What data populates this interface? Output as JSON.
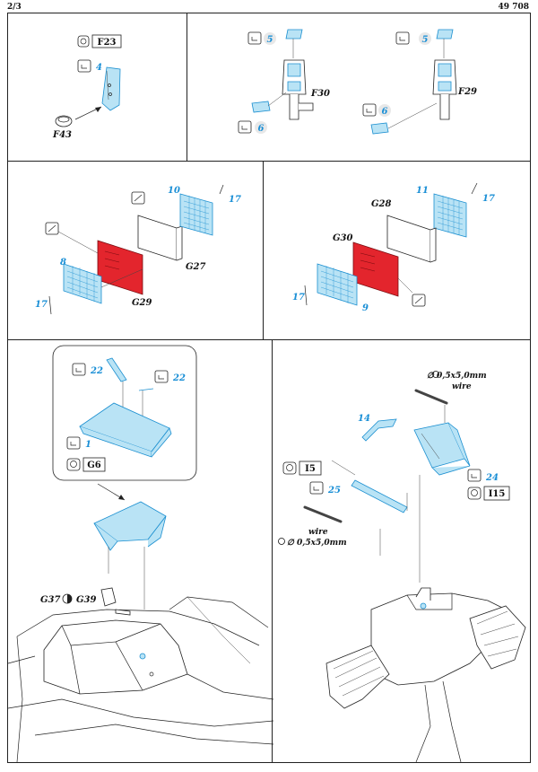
{
  "header": {
    "page": "2/3",
    "code": "49 708"
  },
  "colors": {
    "photoetch": "#b9e3f5",
    "photoetch_outline": "#1b8fd0",
    "red_part": "#e3252d",
    "step_number": "#1a8fd6"
  },
  "panel1": {
    "box_label": "F23",
    "step": "4",
    "part": "F43"
  },
  "panel2": {
    "step_top": "5",
    "step_bottom": "6",
    "part": "F30"
  },
  "panel3": {
    "step_top": "5",
    "step_bottom": "6",
    "part": "F29"
  },
  "panel4": {
    "step_a": "10",
    "step_b": "17",
    "step_c": "8",
    "step_d": "17",
    "part_a": "G27",
    "part_b": "G29"
  },
  "panel5": {
    "step_a": "11",
    "step_b": "17",
    "step_c": "9",
    "step_d": "17",
    "part_a": "G28",
    "part_b": "G30"
  },
  "panel6": {
    "step_a": "22",
    "step_b": "22",
    "step_c": "1",
    "box_label": "G6",
    "part_a": "G37",
    "part_b": "G39"
  },
  "panel7": {
    "wire_top_dim": "∅ 0,5x5,0mm",
    "wire_top_label": "wire",
    "step_a": "14",
    "step_b": "24",
    "step_c": "25",
    "box_a": "I5",
    "box_b": "I15",
    "wire_bottom_label": "wire",
    "wire_bottom_dim": "∅ 0,5x5,0mm"
  }
}
